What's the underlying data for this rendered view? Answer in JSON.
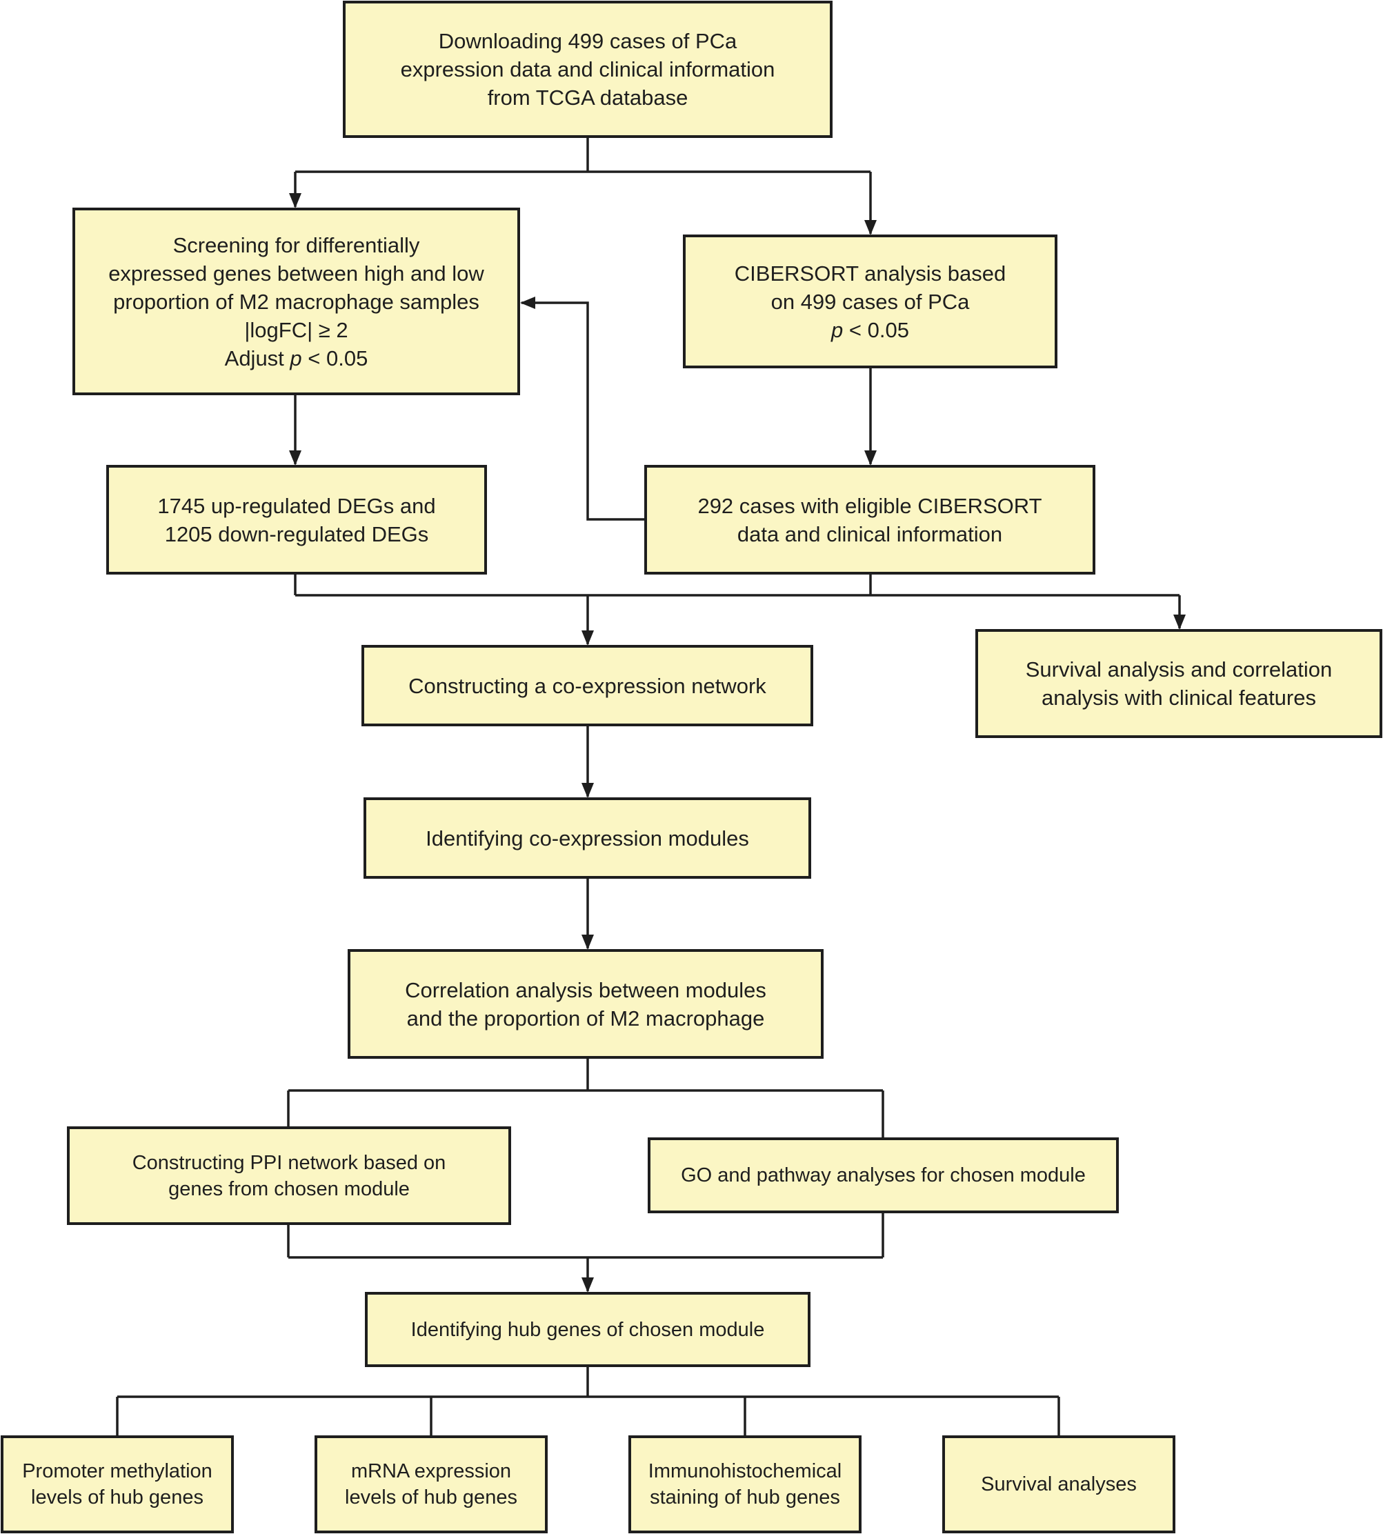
{
  "boxes": {
    "download": {
      "lines": [
        "Downloading 499 cases of PCa",
        "expression data and clinical information",
        "from TCGA database"
      ]
    },
    "screening": {
      "lines": [
        "Screening for differentially",
        "expressed genes between high and low",
        "proportion of M2 macrophage samples",
        "|logFC| ≥ 2"
      ],
      "adjust_prefix": "Adjust ",
      "adjust_p": "p",
      "adjust_suffix": " < 0.05"
    },
    "cibersort": {
      "lines": [
        "CIBERSORT analysis based",
        "on 499 cases of PCa"
      ],
      "p_label": "p",
      "p_suffix": " < 0.05"
    },
    "degs": {
      "lines": [
        "1745 up-regulated DEGs and",
        "1205 down-regulated DEGs"
      ]
    },
    "eligible": {
      "lines": [
        "292 cases with eligible CIBERSORT",
        "data and clinical information"
      ]
    },
    "coexpr_network": {
      "lines": [
        "Constructing a co-expression network"
      ]
    },
    "survival_corr": {
      "lines": [
        "Survival analysis and correlation",
        "analysis with clinical features"
      ]
    },
    "modules": {
      "lines": [
        "Identifying co-expression modules"
      ]
    },
    "correlation": {
      "lines": [
        "Correlation analysis between modules",
        "and the proportion of M2 macrophage"
      ]
    },
    "ppi": {
      "lines": [
        "Constructing PPI network based on",
        "genes from chosen module"
      ]
    },
    "go": {
      "lines": [
        "GO and pathway analyses for chosen module"
      ]
    },
    "hub": {
      "lines": [
        "Identifying hub genes of chosen module"
      ]
    },
    "methylation": {
      "lines": [
        "Promoter methylation",
        "levels of hub genes"
      ]
    },
    "mrna": {
      "lines": [
        "mRNA expression",
        "levels of hub genes"
      ]
    },
    "ihc": {
      "lines": [
        "Immunohistochemical",
        "staining of hub genes"
      ]
    },
    "survival": {
      "lines": [
        "Survival analyses"
      ]
    }
  },
  "colors": {
    "box_fill": "#fbf6c4",
    "line": "#1e1e1e"
  }
}
